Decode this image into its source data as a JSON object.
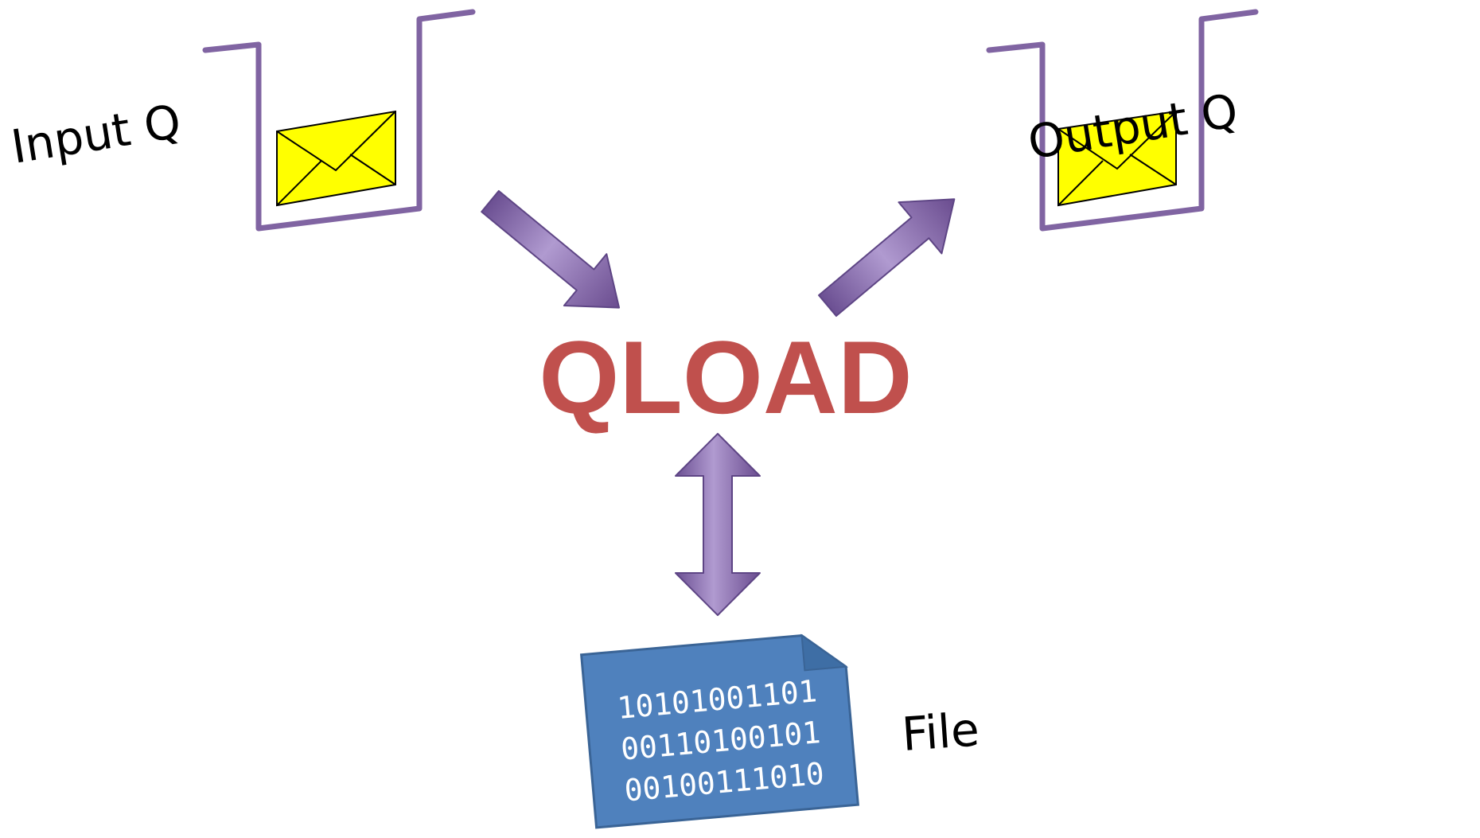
{
  "title": "QLOAD",
  "input_queue": {
    "label": "Input Q",
    "icon": "envelope-icon"
  },
  "output_queue": {
    "label": "Output Q",
    "icon": "envelope-icon"
  },
  "file": {
    "label": "File",
    "icon": "document-icon",
    "lines": [
      "10101001101",
      "00110100101",
      "00100111010"
    ]
  },
  "connections": [
    {
      "from": "Input Q",
      "to": "QLOAD",
      "direction": "one-way"
    },
    {
      "from": "QLOAD",
      "to": "Output Q",
      "direction": "one-way"
    },
    {
      "from": "QLOAD",
      "to": "File",
      "direction": "two-way"
    }
  ],
  "colors": {
    "queue": "#8064a2",
    "arrow": "#8064a2",
    "envelope": "#ffff00",
    "title": "#c0504d",
    "file": "#4f81bd"
  }
}
